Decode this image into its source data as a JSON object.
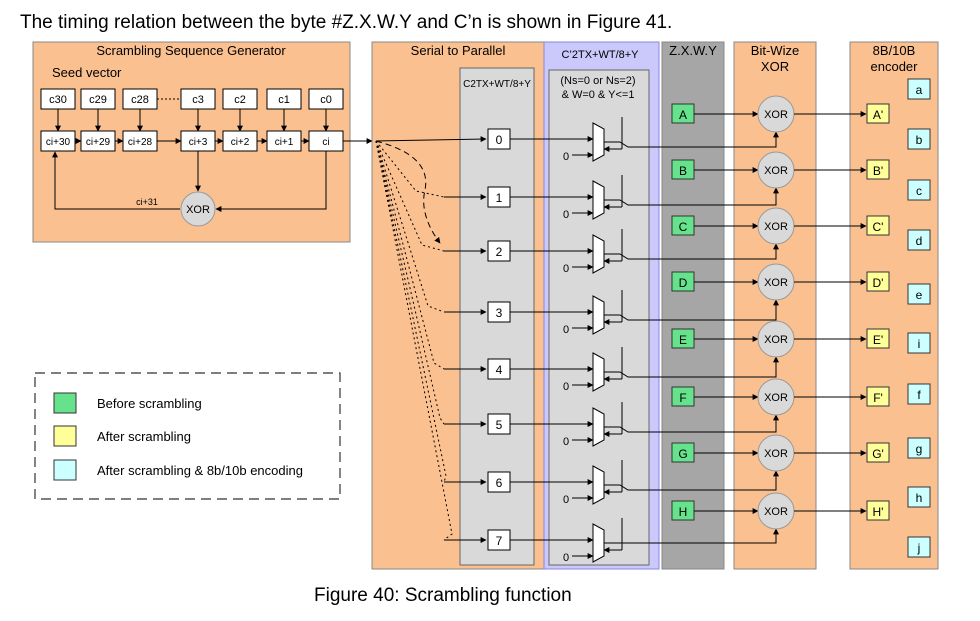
{
  "intro_text": "The timing relation between the byte #Z.X.W.Y and C’n is shown in Figure 41.",
  "caption": "Figure 40: Scrambling function",
  "generator": {
    "title": "Scrambling Sequence Generator",
    "seed_label": "Seed vector",
    "seed_cells": [
      "c30",
      "c29",
      "c28",
      "c3",
      "c2",
      "c1",
      "c0"
    ],
    "shift_cells": [
      "ci+30",
      "ci+29",
      "ci+28",
      "ci+3",
      "ci+2",
      "ci+1",
      "ci"
    ],
    "feedback_label": "ci+31",
    "xor_label": "XOR"
  },
  "serial": {
    "title": "Serial to Parallel",
    "register_label": "C2TX+WT/8+Y",
    "outputs": [
      "0",
      "1",
      "2",
      "3",
      "4",
      "5",
      "6",
      "7"
    ]
  },
  "cprime": {
    "title": "C’2TX+WT/8+Y",
    "condition_line1": "(Ns=0 or Ns=2)",
    "condition_line2": "& W=0 & Y<=1",
    "zero_input": "0"
  },
  "zxwy": {
    "title": "Z.X.W.Y",
    "bits": [
      "A",
      "B",
      "C",
      "D",
      "E",
      "F",
      "G",
      "H"
    ]
  },
  "bitwise": {
    "title_line1": "Bit-Wize",
    "title_line2": "XOR",
    "xor_label": "XOR"
  },
  "encoder": {
    "title_line1": "8B/10B",
    "title_line2": "encoder",
    "outputs": [
      "A'",
      "B'",
      "C'",
      "D'",
      "E'",
      "F'",
      "G'",
      "H'"
    ],
    "code_bits": [
      "a",
      "b",
      "c",
      "d",
      "e",
      "i",
      "f",
      "g",
      "h",
      "j"
    ]
  },
  "legend": [
    {
      "label": "Before scrambling",
      "color": "#66e28c"
    },
    {
      "label": "After scrambling",
      "color": "#ffff99"
    },
    {
      "label": "After scrambling & 8b/10b encoding",
      "color": "#ccffff"
    }
  ],
  "colors": {
    "panel_orange": "#fac090",
    "panel_purple": "#cbc8fb",
    "panel_gray": "#a6a6a6",
    "column_gray": "#d9d9d9",
    "xor_gray": "#d9d9d9"
  }
}
